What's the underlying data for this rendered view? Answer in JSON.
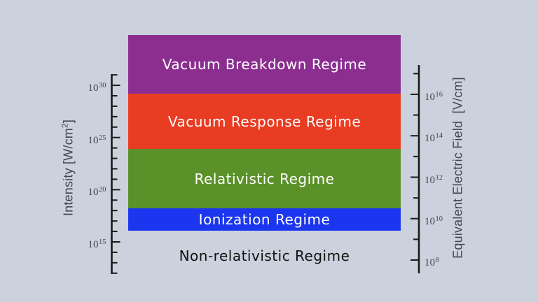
{
  "figure": {
    "background_color": "#cbd2de",
    "axis_color": "#1a1a1a",
    "text_color": "#45464e"
  },
  "chart_data": {
    "type": "bar",
    "subtype": "stacked-log-intensity-regimes",
    "title": "",
    "left_axis": {
      "label": "Intensity [W/cm²]",
      "unit": "W/cm²",
      "scale": "log10",
      "major_tick_exponents": [
        15,
        20,
        25,
        30
      ],
      "minor_tick_step": 1,
      "range_exponents": [
        12,
        31
      ]
    },
    "right_axis": {
      "label": "Equivalent Electric Field  [V/cm]",
      "unit": "V/cm",
      "scale": "log10",
      "major_tick_exponents": [
        8,
        10,
        12,
        14,
        16
      ],
      "minor_tick_step": 1,
      "range_exponents": [
        8,
        17
      ]
    },
    "bands": [
      {
        "name": "Vacuum Breakdown Regime",
        "color": "#8b2e90",
        "text_color": "#ffffff",
        "intensity_exp_range": [
          29.2,
          34.8
        ]
      },
      {
        "name": "Vacuum Response Regime",
        "color": "#e83c23",
        "text_color": "#ffffff",
        "intensity_exp_range": [
          23.9,
          29.2
        ]
      },
      {
        "name": "Relativistic Regime",
        "color": "#5a9128",
        "text_color": "#ffffff",
        "intensity_exp_range": [
          18.2,
          23.9
        ]
      },
      {
        "name": "Ionization Regime",
        "color": "#1c36ef",
        "text_color": "#ffffff",
        "intensity_exp_range": [
          16.1,
          18.2
        ]
      },
      {
        "name": "Non-relativistic Regime",
        "color": null,
        "text_color": "#111111",
        "intensity_exp_range": [
          11.0,
          16.1
        ],
        "label_exp": 13.5
      }
    ]
  }
}
